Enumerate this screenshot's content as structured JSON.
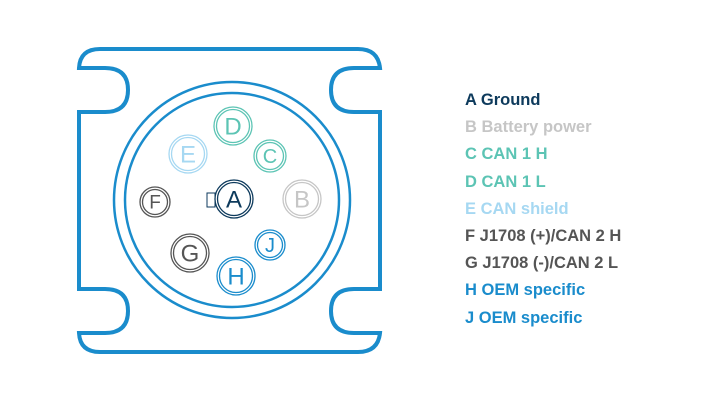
{
  "colors": {
    "frame": "#1a8ccc"
  },
  "pins": [
    {
      "letter": "A",
      "label": "A Ground",
      "color": "#0d3a5c"
    },
    {
      "letter": "B",
      "label": "B Battery power",
      "color": "#c6c6c6"
    },
    {
      "letter": "C",
      "label": "C CAN 1 H",
      "color": "#5cc4b4"
    },
    {
      "letter": "D",
      "label": "D CAN 1 L",
      "color": "#5cc4b4"
    },
    {
      "letter": "E",
      "label": "E CAN shield",
      "color": "#a6d8f2"
    },
    {
      "letter": "F",
      "label": "F J1708 (+)/CAN 2 H",
      "color": "#555555"
    },
    {
      "letter": "G",
      "label": "G J1708 (-)/CAN 2 L",
      "color": "#555555"
    },
    {
      "letter": "H",
      "label": "H OEM specific",
      "color": "#1a8ccc"
    },
    {
      "letter": "J",
      "label": "J OEM specific",
      "color": "#1a8ccc"
    }
  ]
}
